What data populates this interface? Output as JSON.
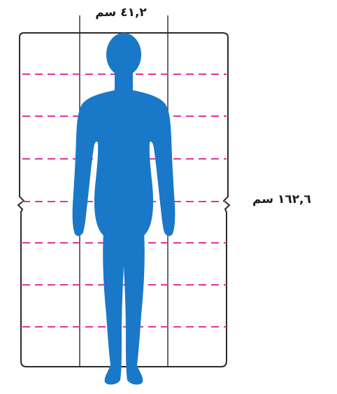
{
  "labels": {
    "width": "٤١,٢ سم",
    "height": "١٦٢,٦ سم"
  },
  "colors": {
    "figure": "#1a78c8",
    "frame": "#2a2a2a",
    "guide_lines": "#e0359a"
  },
  "guides": {
    "count": 7
  }
}
